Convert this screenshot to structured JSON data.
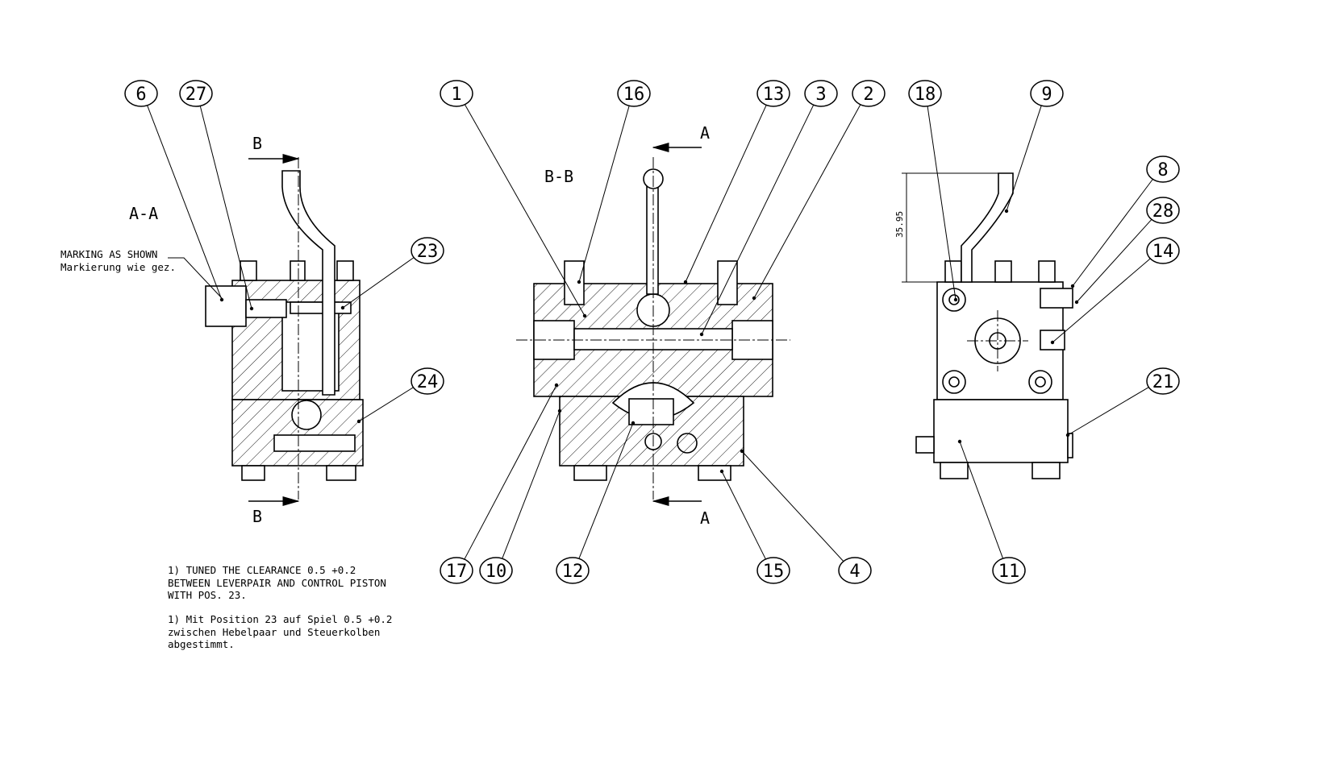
{
  "views": {
    "section_aa": "A-A",
    "section_bb": "B-B",
    "cut_b_top": "B",
    "cut_b_bottom": "B",
    "cut_a_top": "A",
    "cut_a_bottom": "A",
    "dimension": "35.95"
  },
  "marking": {
    "line1": "MARKING AS SHOWN",
    "line2": "Markierung wie gez."
  },
  "notes": {
    "en": "1) TUNED THE CLEARANCE 0.5 +0.2\nBETWEEN LEVERPAIR AND CONTROL PISTON\nWITH POS. 23.",
    "de": "1) Mit Position 23 auf Spiel 0.5 +0.2\nzwischen Hebelpaar und Steuerkolben\nabgestimmt."
  },
  "balloons": [
    "6",
    "27",
    "1",
    "16",
    "13",
    "3",
    "2",
    "18",
    "9",
    "8",
    "28",
    "14",
    "23",
    "24",
    "21",
    "17",
    "10",
    "12",
    "15",
    "4",
    "11"
  ]
}
